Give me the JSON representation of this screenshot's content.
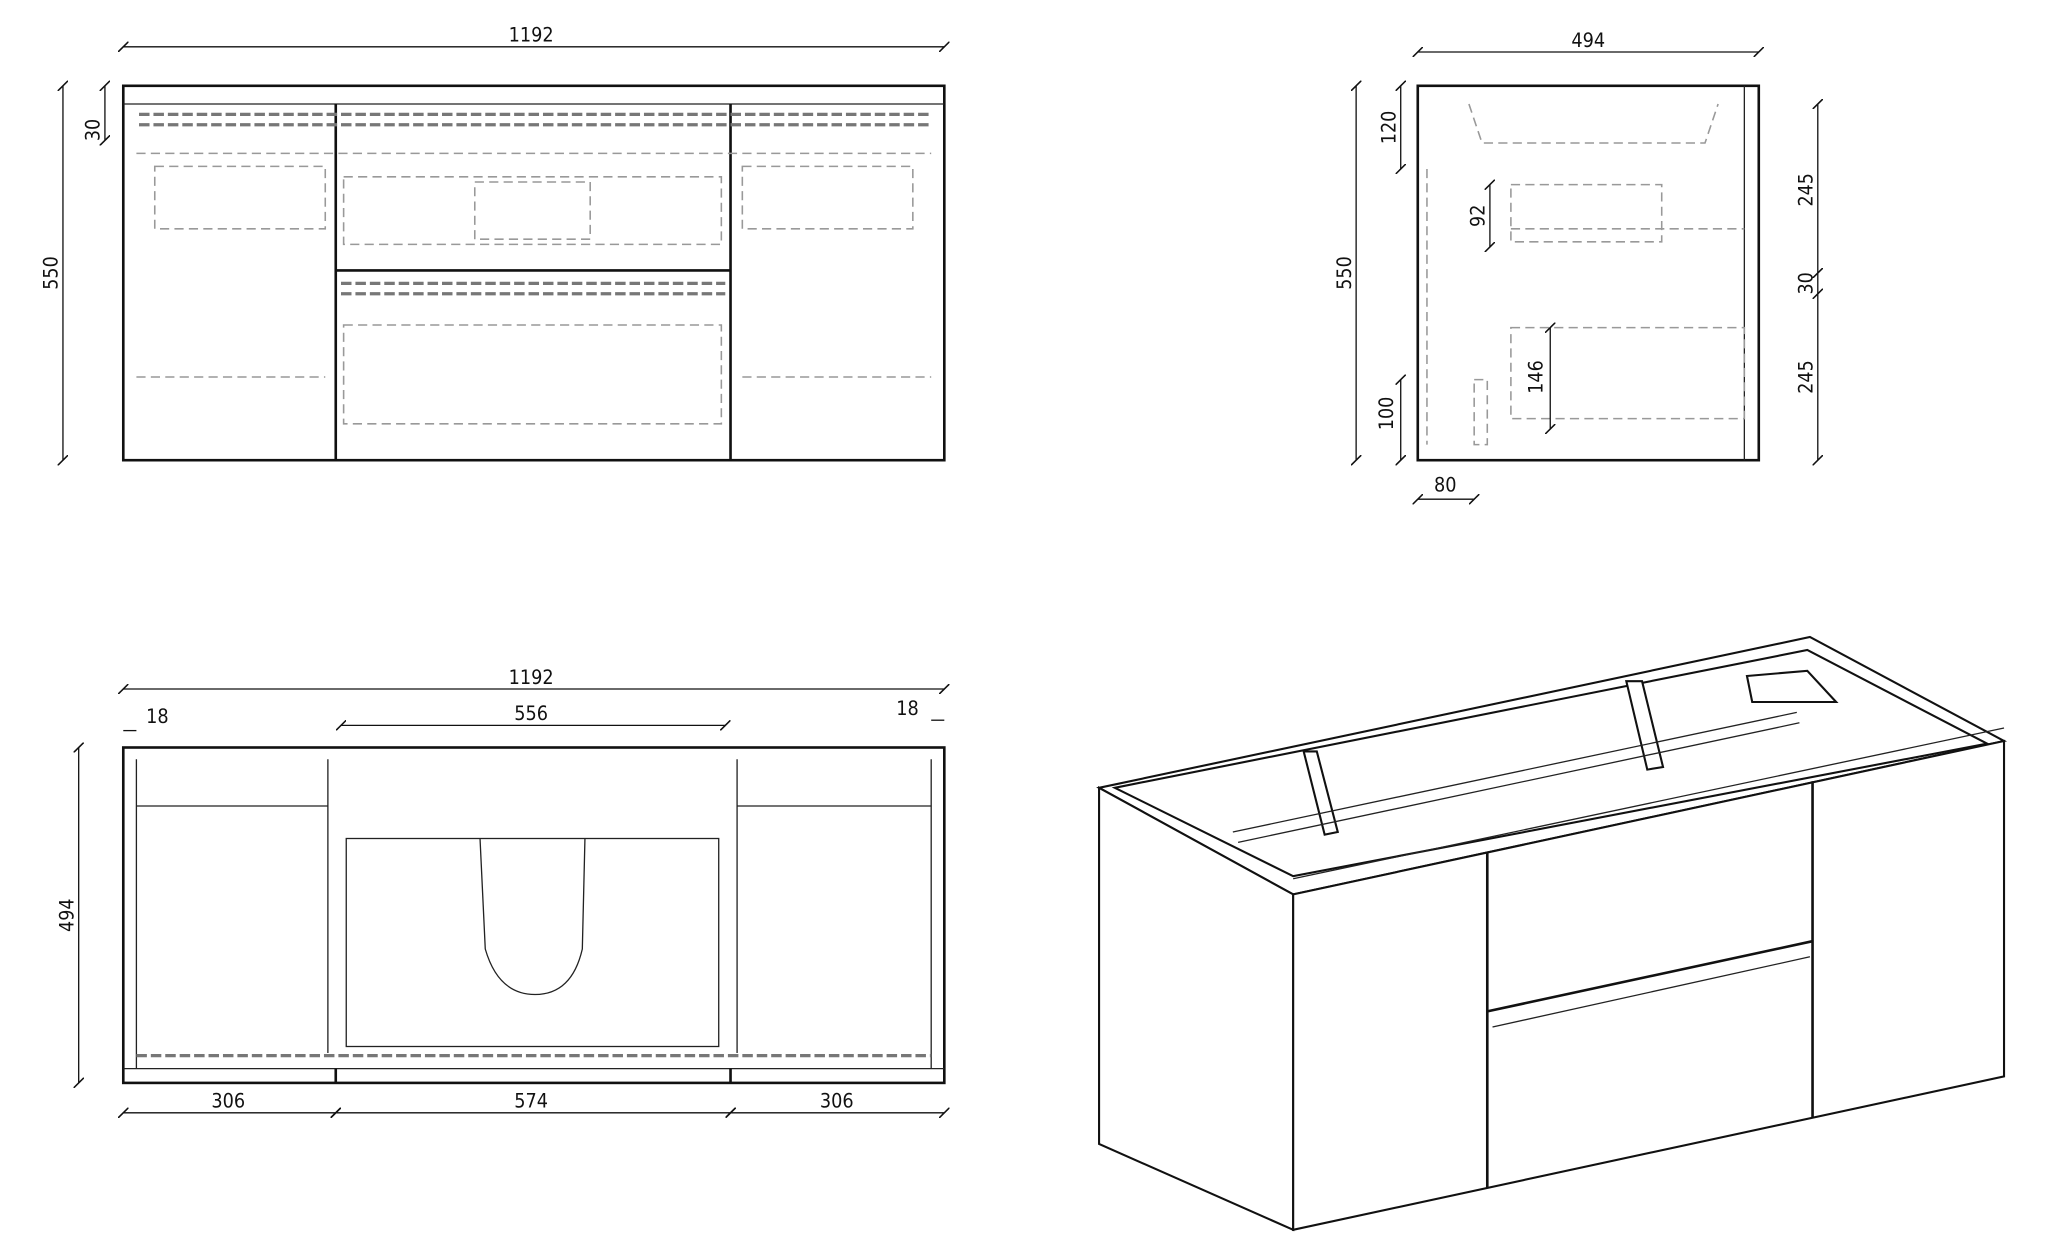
{
  "front_view": {
    "width": "1192",
    "height": "550",
    "top_rail": "30"
  },
  "side_view": {
    "depth": "494",
    "height": "550",
    "top_gap": "120",
    "drawer_front": "92",
    "upper_drawer": "245",
    "gap": "30",
    "lower_drawer": "245",
    "lower_inner": "146",
    "toe": "100",
    "bottom_offset": "80"
  },
  "top_view": {
    "width": "1192",
    "sink_cutout": "556",
    "left_panel": "18",
    "right_panel": "18",
    "depth": "494",
    "left_section": "306",
    "center_section": "574",
    "right_section": "306"
  },
  "iso_view": {
    "type": "isometric cabinet"
  }
}
